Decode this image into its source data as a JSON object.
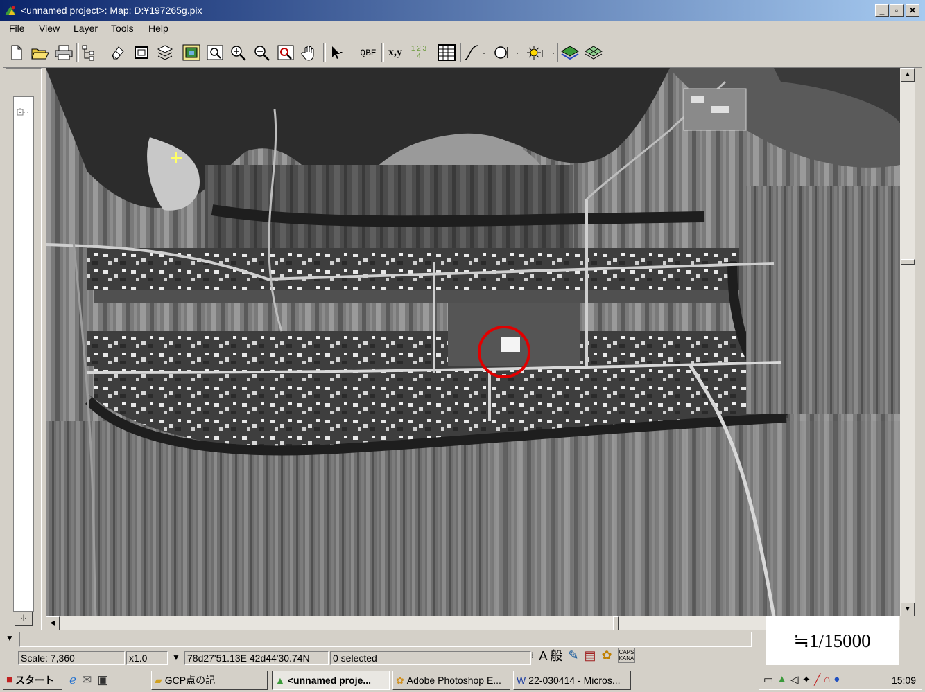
{
  "window": {
    "title": "<unnamed project>: Map: D:¥197265g.pix",
    "minimize": "_",
    "restore": "▫",
    "close": "✕"
  },
  "menu": [
    {
      "label": "File"
    },
    {
      "label": "View"
    },
    {
      "label": "Layer"
    },
    {
      "label": "Tools"
    },
    {
      "label": "Help"
    }
  ],
  "toolbar": {
    "qbe_label": "QBE",
    "xy_label": "x,y",
    "numbers_label": "1 2 3 4",
    "icons": [
      "new-file-icon",
      "open-folder-icon",
      "print-icon",
      "tree-icon",
      "eraser-icon",
      "frame-icon",
      "layers-icon",
      "image-icon",
      "zoom-box-icon",
      "zoom-in-icon",
      "zoom-out-icon",
      "zoom-extent-icon",
      "pan-hand-icon",
      "select-arrow-icon",
      "table-icon",
      "curve-icon",
      "circle-icon",
      "sun-icon",
      "layer-stack-icon",
      "grid-layers-icon"
    ]
  },
  "status": {
    "scale": "Scale: 7,360",
    "zoom": "x1.0",
    "coordinates": "78d27'51.13E   42d44'30.74N",
    "selected": "0 selected",
    "ime": "A 般",
    "caps": "CAPS",
    "kana": "KANA"
  },
  "overlay": {
    "scale_note": "≒1/15000"
  },
  "taskbar": {
    "start": "スタート",
    "tasks": [
      {
        "label": "GCP点の記"
      },
      {
        "label": "<unnamed proje..."
      },
      {
        "label": "Adobe Photoshop E..."
      },
      {
        "label": "22-030414 - Micros..."
      }
    ],
    "clock": "15:09"
  },
  "colors": {
    "titlebar_start": "#0a246a",
    "titlebar_end": "#a6caf0",
    "chrome": "#d4d0c8",
    "highlight_circle": "#e00000",
    "gcp_marker": "#ffff66"
  }
}
